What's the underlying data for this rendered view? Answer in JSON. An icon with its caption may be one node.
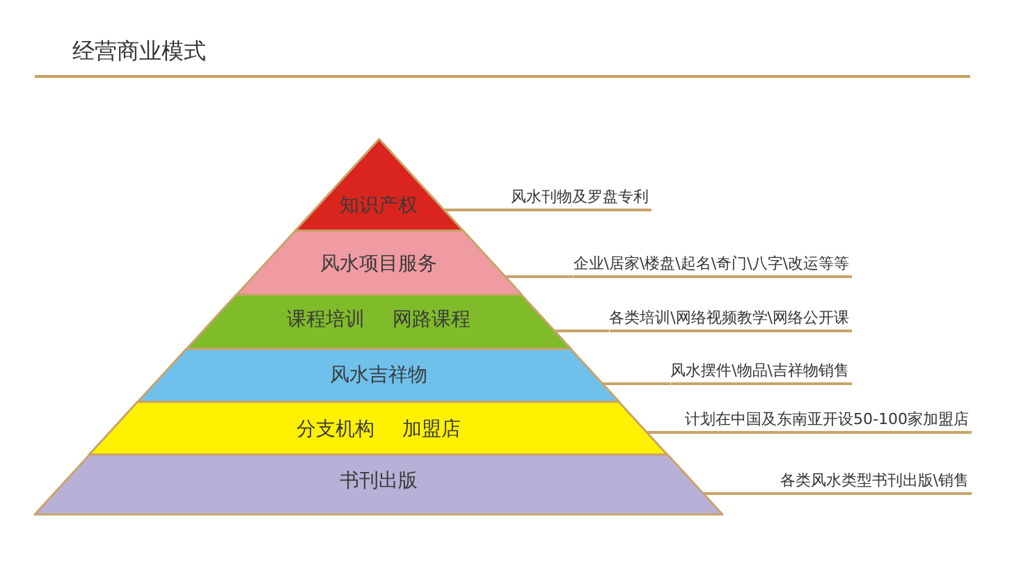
{
  "diagram": {
    "title": "经营商业模式",
    "nodes": [
      {
        "text": [
          "知识产权"
        ]
      },
      {
        "text": [
          "风水刊物及罗盘专利"
        ]
      },
      {
        "text": [
          "风水项目服务"
        ]
      },
      {
        "text": [
          "企业\\居家\\楼盘\\起名\\奇门\\八字\\改运等等"
        ]
      },
      {
        "text": [
          "课程培训",
          "网路课程"
        ]
      },
      {
        "text": [
          "各类培训\\网络视频教学\\网络公开课"
        ]
      },
      {
        "text": [
          "风水吉祥物"
        ]
      },
      {
        "text": [
          "风水摆件\\物品\\吉祥物销售"
        ]
      },
      {
        "text": [
          "分支机构",
          "加盟店"
        ]
      },
      {
        "text": [
          "计划在中国及东南亚开设50-100家加盟店"
        ]
      },
      {
        "text": [
          "书刊出版"
        ]
      },
      {
        "text": [
          "各类风水类型书刊出版\\销售"
        ]
      }
    ],
    "edges": [
      {
        "from": 1,
        "to": 0,
        "arrow": "none"
      },
      {
        "from": 3,
        "to": 2,
        "arrow": "none"
      },
      {
        "from": 5,
        "to": 4,
        "arrow": "none"
      },
      {
        "from": 7,
        "to": 6,
        "arrow": "none"
      },
      {
        "from": 9,
        "to": 8,
        "arrow": "none"
      },
      {
        "from": 11,
        "to": 10,
        "arrow": "none"
      }
    ]
  }
}
